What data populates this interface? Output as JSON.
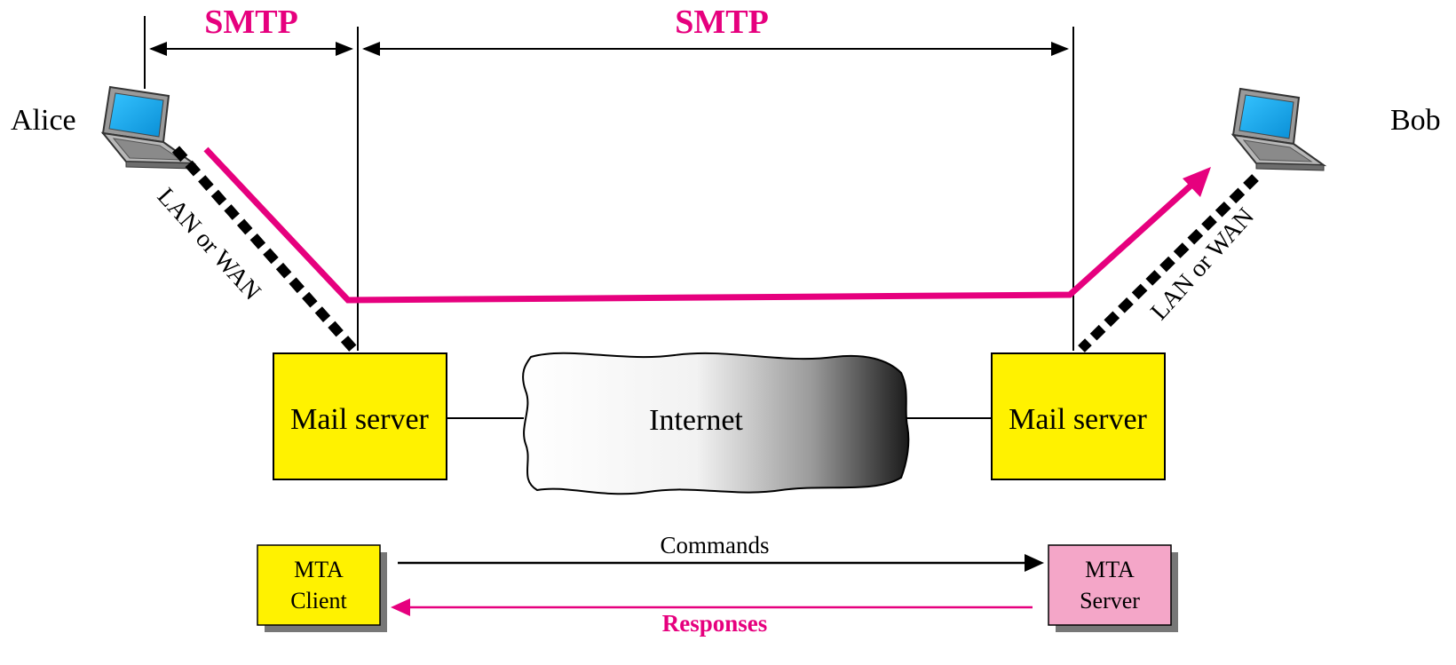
{
  "colors": {
    "smtp": "#e6007e",
    "server_fill": "#fff200",
    "mta_server_fill": "#f4a6c8",
    "stroke": "#000000"
  },
  "protocol_labels": {
    "left": "SMTP",
    "middle": "SMTP"
  },
  "people": {
    "sender": "Alice",
    "receiver": "Bob"
  },
  "links": {
    "left": "LAN or WAN",
    "right": "LAN or WAN"
  },
  "servers": {
    "left": "Mail server",
    "right": "Mail server"
  },
  "network": {
    "label": "Internet"
  },
  "mta": {
    "client_line1": "MTA",
    "client_line2": "Client",
    "server_line1": "MTA",
    "server_line2": "Server",
    "commands": "Commands",
    "responses": "Responses"
  },
  "icons": [
    "laptop-icon",
    "cloud-icon"
  ]
}
